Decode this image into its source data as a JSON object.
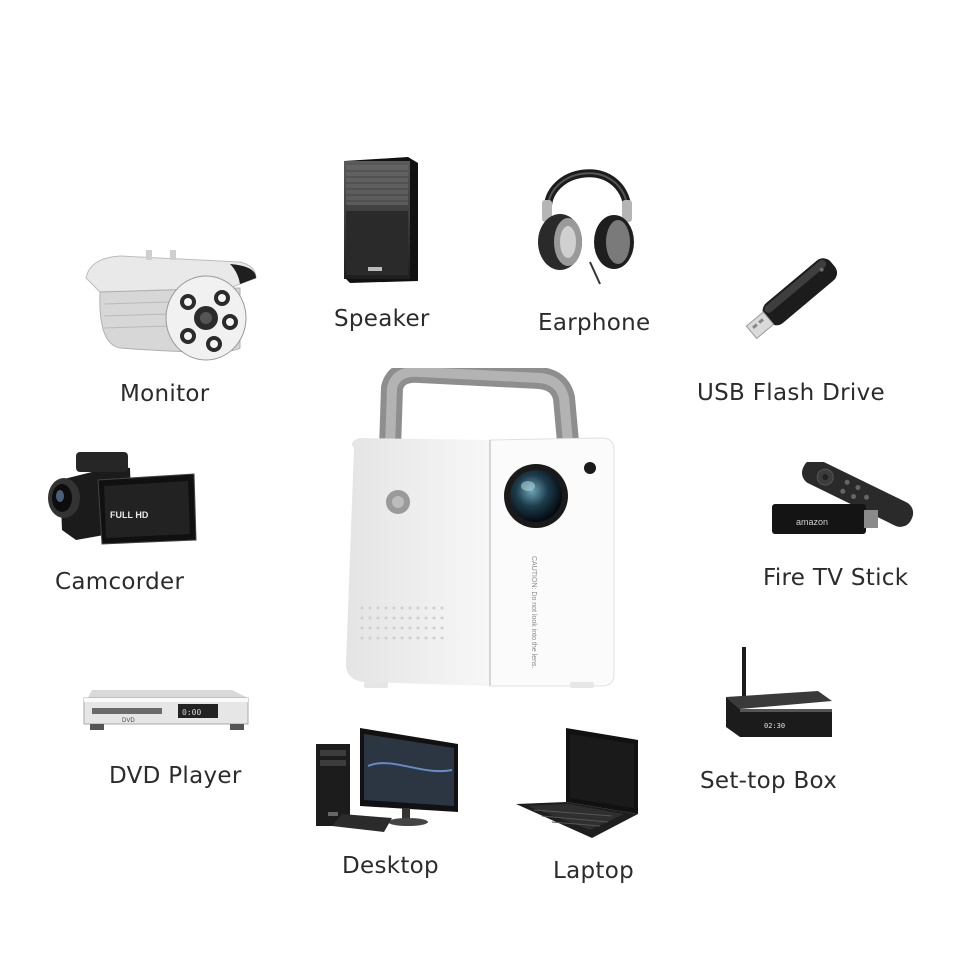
{
  "devices": {
    "speaker": "Speaker",
    "earphone": "Earphone",
    "monitor": "Monitor",
    "usb": "USB Flash Drive",
    "camcorder": "Camcorder",
    "firetv": "Fire TV Stick",
    "dvd": "DVD Player",
    "settop": "Set-top Box",
    "desktop": "Desktop",
    "laptop": "Laptop"
  },
  "printed": {
    "camcorder_badge": "FULL HD",
    "firetv_brand": "amazon",
    "dvd_brand": "DVD",
    "dvd_time": "0:00",
    "settop_time": "02:30",
    "projector_caution": "CAUTION: Do not look into the lens."
  }
}
